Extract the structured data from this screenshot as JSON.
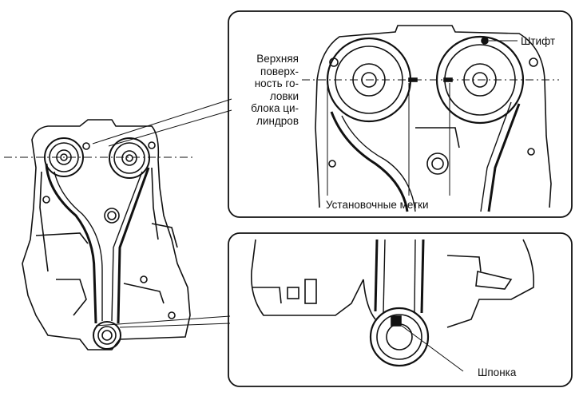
{
  "labels": {
    "deck_surface": "Верхняя\nповерх-\nность го-\nловки\nблока ци-\nлиндров",
    "dowel_pin": "Штифт",
    "timing_marks": "Установочные метки",
    "key": "Шпонка"
  }
}
